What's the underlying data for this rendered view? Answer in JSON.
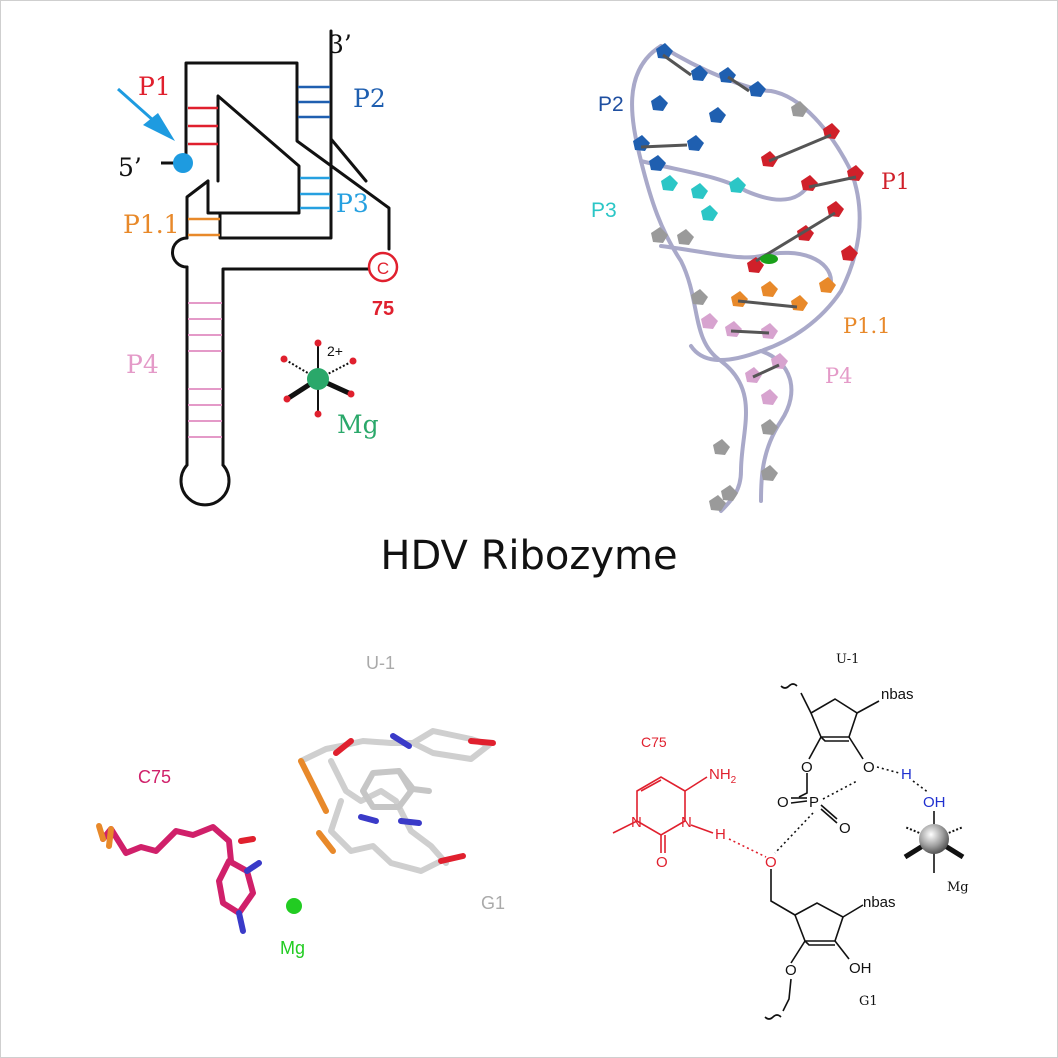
{
  "title": "HDV Ribozyme",
  "secondary": {
    "five_prime": "5’",
    "three_prime": "3’",
    "p1": "P1",
    "p2": "P2",
    "p3": "P3",
    "p1_1": "P1.1",
    "p4": "P4",
    "c_nucleotide": "C",
    "c_number": "75",
    "mg_charge": "2+",
    "mg_label": "Mg"
  },
  "structure3d": {
    "p1": "P1",
    "p2": "P2",
    "p3": "P3",
    "p1_1": "P1.1",
    "p4": "P4"
  },
  "active_site": {
    "u1": "U-1",
    "c75": "C75",
    "g1": "G1",
    "mg": "Mg"
  },
  "mechanism": {
    "u1": "U-1",
    "c75": "C75",
    "nbas_top": "nbas",
    "nbas_bottom": "nbas",
    "nh2": "NH",
    "nh2_sub": "2",
    "oh_bottom": "OH",
    "g1": "G1",
    "mg": "Mg",
    "oh_mg": "OH",
    "h_left": "H",
    "h_right": "H",
    "p_atom": "P",
    "n_atom": "N",
    "o_atom": "O"
  },
  "colors": {
    "p1": "#e0202e",
    "p2": "#1f5fb0",
    "p3": "#26a0e0",
    "p1_1": "#e8892a",
    "p4": "#e49ac8",
    "mg": "#2aa86a",
    "c75_red": "#e0202e",
    "cleavage_arrow": "#1e9be0"
  }
}
